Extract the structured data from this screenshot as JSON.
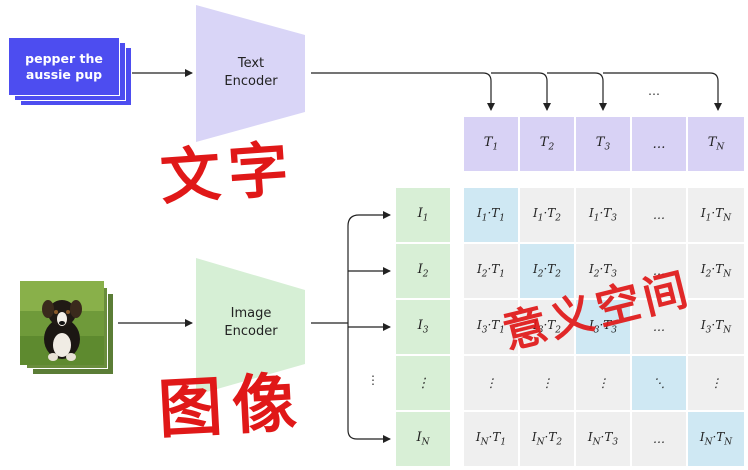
{
  "text_input": {
    "label": "pepper the\naussie pup"
  },
  "text_encoder": {
    "label": "Text\nEncoder"
  },
  "image_encoder": {
    "label": "Image\nEncoder"
  },
  "t_labels": [
    "T1",
    "T2",
    "T3",
    "…",
    "TN"
  ],
  "i_labels": [
    "I1",
    "I2",
    "I3",
    "⋮",
    "IN"
  ],
  "top_ellipsis": "…",
  "side_ellipsis": "⋮",
  "matrix": [
    [
      "I1·T1",
      "I1·T2",
      "I1·T3",
      "…",
      "I1·TN"
    ],
    [
      "I2·T1",
      "I2·T2",
      "I2·T3",
      "…",
      "I2·TN"
    ],
    [
      "I3·T1",
      "I3·T2",
      "I3·T3",
      "…",
      "I3·TN"
    ],
    [
      "⋮",
      "⋮",
      "⋮",
      "⋱",
      "⋮"
    ],
    [
      "IN·T1",
      "IN·T2",
      "IN·T3",
      "…",
      "IN·TN"
    ]
  ],
  "annotations": {
    "text_zh": "文字",
    "image_zh": "图像",
    "semantic_space_zh": "意义空间"
  },
  "colors": {
    "text_card": "#4d4df0",
    "text_encoder": "#d9d5f7",
    "image_encoder": "#d6efd5",
    "t_cell": "#d8d2f5",
    "i_cell": "#d8efd6",
    "matrix_cell": "#efefef",
    "diagonal_cell": "#cfe8f3",
    "annotation": "#e01818"
  },
  "icons": {
    "photo": "puppy-photo"
  }
}
